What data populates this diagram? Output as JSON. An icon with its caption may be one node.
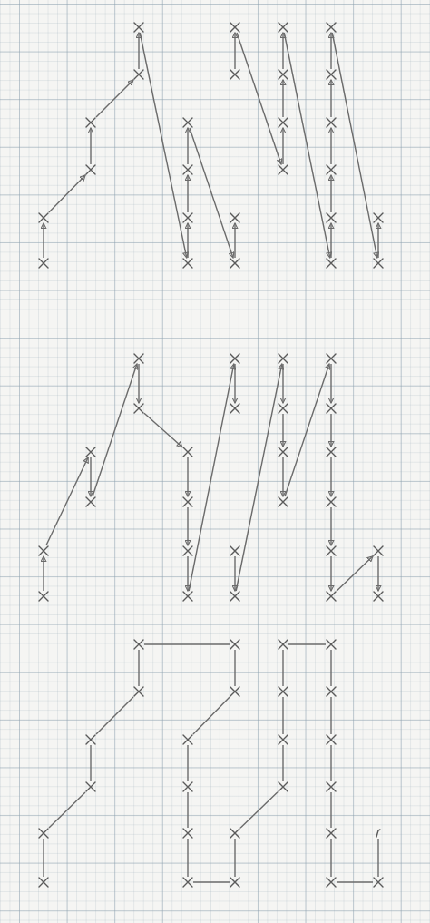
{
  "diagram": {
    "nodes": [
      {
        "text": [],
        "shape": "cross"
      },
      {
        "text": [],
        "shape": "cross"
      },
      {
        "text": [],
        "shape": "cross"
      },
      {
        "text": [],
        "shape": "cross"
      },
      {
        "text": [],
        "shape": "cross"
      },
      {
        "text": [],
        "shape": "cross"
      },
      {
        "text": [],
        "shape": "cross"
      },
      {
        "text": [],
        "shape": "cross"
      },
      {
        "text": [],
        "shape": "cross"
      },
      {
        "text": [],
        "shape": "cross"
      },
      {
        "text": [],
        "shape": "cross"
      },
      {
        "text": [],
        "shape": "cross"
      },
      {
        "text": [],
        "shape": "cross"
      },
      {
        "text": [],
        "shape": "cross"
      },
      {
        "text": [],
        "shape": "cross"
      },
      {
        "text": [],
        "shape": "cross"
      },
      {
        "text": [],
        "shape": "cross"
      },
      {
        "text": [],
        "shape": "cross"
      },
      {
        "text": [],
        "shape": "cross"
      },
      {
        "text": [],
        "shape": "cross"
      },
      {
        "text": [],
        "shape": "cross"
      },
      {
        "text": [],
        "shape": "cross"
      },
      {
        "text": [],
        "shape": "cross"
      },
      {
        "text": [],
        "shape": "cross"
      },
      {
        "text": [],
        "shape": "cross"
      },
      {
        "text": [],
        "shape": "cross"
      },
      {
        "text": [],
        "shape": "cross"
      },
      {
        "text": [],
        "shape": "cross"
      },
      {
        "text": [],
        "shape": "cross"
      },
      {
        "text": [],
        "shape": "cross"
      },
      {
        "text": [],
        "shape": "cross"
      },
      {
        "text": [],
        "shape": "cross"
      },
      {
        "text": [],
        "shape": "cross"
      },
      {
        "text": [],
        "shape": "cross"
      },
      {
        "text": [],
        "shape": "cross"
      },
      {
        "text": [],
        "shape": "cross"
      },
      {
        "text": [],
        "shape": "cross"
      },
      {
        "text": [],
        "shape": "cross"
      },
      {
        "text": [],
        "shape": "cross"
      },
      {
        "text": [],
        "shape": "cross"
      },
      {
        "text": [],
        "shape": "cross"
      },
      {
        "text": [],
        "shape": "cross"
      },
      {
        "text": [],
        "shape": "cross"
      },
      {
        "text": [],
        "shape": "cross"
      },
      {
        "text": [],
        "shape": "cross"
      },
      {
        "text": [],
        "shape": "cross"
      },
      {
        "text": [],
        "shape": "cross"
      },
      {
        "text": [],
        "shape": "cross"
      },
      {
        "text": [],
        "shape": "cross"
      },
      {
        "text": [],
        "shape": "cross"
      },
      {
        "text": [],
        "shape": "cross"
      },
      {
        "text": [],
        "shape": "cross"
      },
      {
        "text": [],
        "shape": "cross"
      },
      {
        "text": [],
        "shape": "cross"
      },
      {
        "text": [],
        "shape": "cross"
      },
      {
        "text": [],
        "shape": "cross"
      },
      {
        "text": [],
        "shape": "cross"
      },
      {
        "text": [],
        "shape": "cross"
      },
      {
        "text": [],
        "shape": "cross"
      },
      {
        "text": [],
        "shape": "cross"
      },
      {
        "text": [],
        "shape": "cross"
      },
      {
        "text": [],
        "shape": "cross"
      },
      {
        "text": [],
        "shape": "cross"
      },
      {
        "text": [],
        "shape": "cross"
      },
      {
        "text": [],
        "shape": "cross"
      },
      {
        "text": [],
        "shape": "cross"
      },
      {
        "text": [],
        "shape": "cross"
      },
      {
        "text": [],
        "shape": "cross"
      },
      {
        "text": [],
        "shape": "cross"
      },
      {
        "text": [],
        "shape": "cross"
      },
      {
        "text": [],
        "shape": "cross"
      },
      {
        "text": [],
        "shape": "cross"
      },
      {
        "text": [],
        "shape": "cross"
      },
      {
        "text": [],
        "shape": "cross"
      },
      {
        "text": [],
        "shape": "cross"
      },
      {
        "text": [],
        "shape": "cross"
      },
      {
        "text": [],
        "shape": "cross"
      },
      {
        "text": [],
        "shape": "point"
      }
    ],
    "edges": [
      {
        "from": 0,
        "to": 1,
        "arrow": "to"
      },
      {
        "from": 1,
        "to": 2,
        "arrow": "to"
      },
      {
        "from": 2,
        "to": 3,
        "arrow": "to"
      },
      {
        "from": 3,
        "to": 4,
        "arrow": "to"
      },
      {
        "from": 4,
        "to": 5,
        "arrow": "to"
      },
      {
        "from": 5,
        "to": 6,
        "arrow": "to"
      },
      {
        "from": 6,
        "to": 7,
        "arrow": "to"
      },
      {
        "from": 7,
        "to": 8,
        "arrow": "to"
      },
      {
        "from": 8,
        "to": 9,
        "arrow": "to"
      },
      {
        "from": 9,
        "to": 10,
        "arrow": "to"
      },
      {
        "from": 10,
        "to": 11,
        "arrow": "to"
      },
      {
        "from": 12,
        "to": 13,
        "arrow": "to"
      },
      {
        "from": 13,
        "to": 14,
        "arrow": "to"
      },
      {
        "from": 14,
        "to": 15,
        "arrow": "to"
      },
      {
        "from": 15,
        "to": 16,
        "arrow": "to"
      },
      {
        "from": 16,
        "to": 17,
        "arrow": "to"
      },
      {
        "from": 17,
        "to": 18,
        "arrow": "to"
      },
      {
        "from": 18,
        "to": 19,
        "arrow": "to"
      },
      {
        "from": 19,
        "to": 20,
        "arrow": "to"
      },
      {
        "from": 20,
        "to": 21,
        "arrow": "to"
      },
      {
        "from": 21,
        "to": 22,
        "arrow": "to"
      },
      {
        "from": 22,
        "to": 23,
        "arrow": "to"
      },
      {
        "from": 23,
        "to": 24,
        "arrow": "to"
      },
      {
        "from": 24,
        "to": 25,
        "arrow": "to"
      },
      {
        "from": 26,
        "to": 27,
        "arrow": "to"
      },
      {
        "from": 27,
        "to": 28,
        "arrow": "to"
      },
      {
        "from": 28,
        "to": 29,
        "arrow": "to"
      },
      {
        "from": 29,
        "to": 30,
        "arrow": "to"
      },
      {
        "from": 30,
        "to": 31,
        "arrow": "to"
      },
      {
        "from": 31,
        "to": 32,
        "arrow": "to"
      },
      {
        "from": 32,
        "to": 33,
        "arrow": "to"
      },
      {
        "from": 33,
        "to": 34,
        "arrow": "to"
      },
      {
        "from": 34,
        "to": 35,
        "arrow": "to"
      },
      {
        "from": 35,
        "to": 36,
        "arrow": "to"
      },
      {
        "from": 36,
        "to": 37,
        "arrow": "to"
      },
      {
        "from": 38,
        "to": 39,
        "arrow": "to"
      },
      {
        "from": 39,
        "to": 40,
        "arrow": "to"
      },
      {
        "from": 40,
        "to": 41,
        "arrow": "to"
      },
      {
        "from": 41,
        "to": 42,
        "arrow": "to"
      },
      {
        "from": 42,
        "to": 43,
        "arrow": "to"
      },
      {
        "from": 43,
        "to": 44,
        "arrow": "to"
      },
      {
        "from": 44,
        "to": 45,
        "arrow": "to"
      },
      {
        "from": 45,
        "to": 46,
        "arrow": "to"
      },
      {
        "from": 46,
        "to": 47,
        "arrow": "to"
      },
      {
        "from": 47,
        "to": 48,
        "arrow": "to"
      },
      {
        "from": 48,
        "to": 49,
        "arrow": "to"
      },
      {
        "from": 49,
        "to": 50,
        "arrow": "to"
      },
      {
        "from": 50,
        "to": 51,
        "arrow": "to"
      },
      {
        "from": 52,
        "to": 53,
        "arrow": "none"
      },
      {
        "from": 53,
        "to": 54,
        "arrow": "none"
      },
      {
        "from": 54,
        "to": 55,
        "arrow": "none"
      },
      {
        "from": 55,
        "to": 56,
        "arrow": "none"
      },
      {
        "from": 56,
        "to": 57,
        "arrow": "none"
      },
      {
        "from": 57,
        "to": 58,
        "arrow": "none"
      },
      {
        "from": 58,
        "to": 59,
        "arrow": "none"
      },
      {
        "from": 59,
        "to": 60,
        "arrow": "none"
      },
      {
        "from": 60,
        "to": 61,
        "arrow": "none"
      },
      {
        "from": 61,
        "to": 62,
        "arrow": "none"
      },
      {
        "from": 62,
        "to": 63,
        "arrow": "none"
      },
      {
        "from": 63,
        "to": 64,
        "arrow": "none"
      },
      {
        "from": 64,
        "to": 65,
        "arrow": "none"
      },
      {
        "from": 65,
        "to": 66,
        "arrow": "none"
      },
      {
        "from": 66,
        "to": 67,
        "arrow": "none"
      },
      {
        "from": 67,
        "to": 68,
        "arrow": "none"
      },
      {
        "from": 68,
        "to": 69,
        "arrow": "none"
      },
      {
        "from": 69,
        "to": 70,
        "arrow": "none"
      },
      {
        "from": 70,
        "to": 71,
        "arrow": "none"
      },
      {
        "from": 71,
        "to": 72,
        "arrow": "none"
      },
      {
        "from": 72,
        "to": 73,
        "arrow": "none"
      },
      {
        "from": 73,
        "to": 74,
        "arrow": "none"
      },
      {
        "from": 74,
        "to": 75,
        "arrow": "none"
      },
      {
        "from": 75,
        "to": 76,
        "arrow": "none"
      },
      {
        "from": 76,
        "to": 77,
        "arrow": "none"
      }
    ]
  }
}
